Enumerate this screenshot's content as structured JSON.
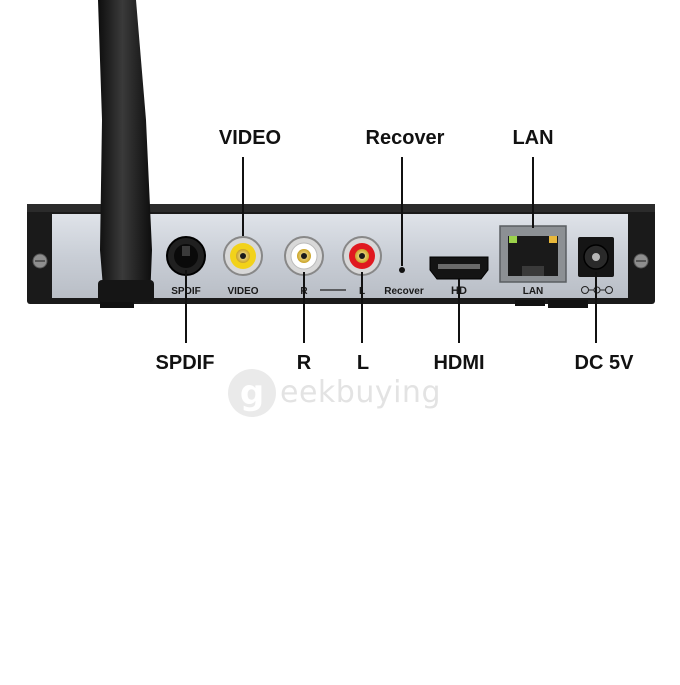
{
  "callouts": {
    "video": "VIDEO",
    "recover": "Recover",
    "lan": "LAN",
    "spdif": "SPDIF",
    "r": "R",
    "l": "L",
    "hdmi": "HDMI",
    "dc5v": "DC 5V"
  },
  "panel_labels": {
    "spdif": "SPDIF",
    "video": "VIDEO",
    "r": "R",
    "l": "L",
    "recover": "Recover",
    "hd": "HD",
    "lan": "LAN"
  },
  "watermark": {
    "logo_letter": "g",
    "text": "eekbuying"
  },
  "colors": {
    "chassis": "#1a1a1a",
    "panel": "#c9ced6",
    "video_jack": "#f2d21a",
    "audio_r_jack": "#ffffff",
    "audio_l_jack": "#e0191f",
    "lan_led": "#9bd24a",
    "watermark": "#c8c8c8"
  },
  "icons": {
    "antenna": "antenna-icon",
    "power_polarity": "dc-polarity-icon"
  }
}
